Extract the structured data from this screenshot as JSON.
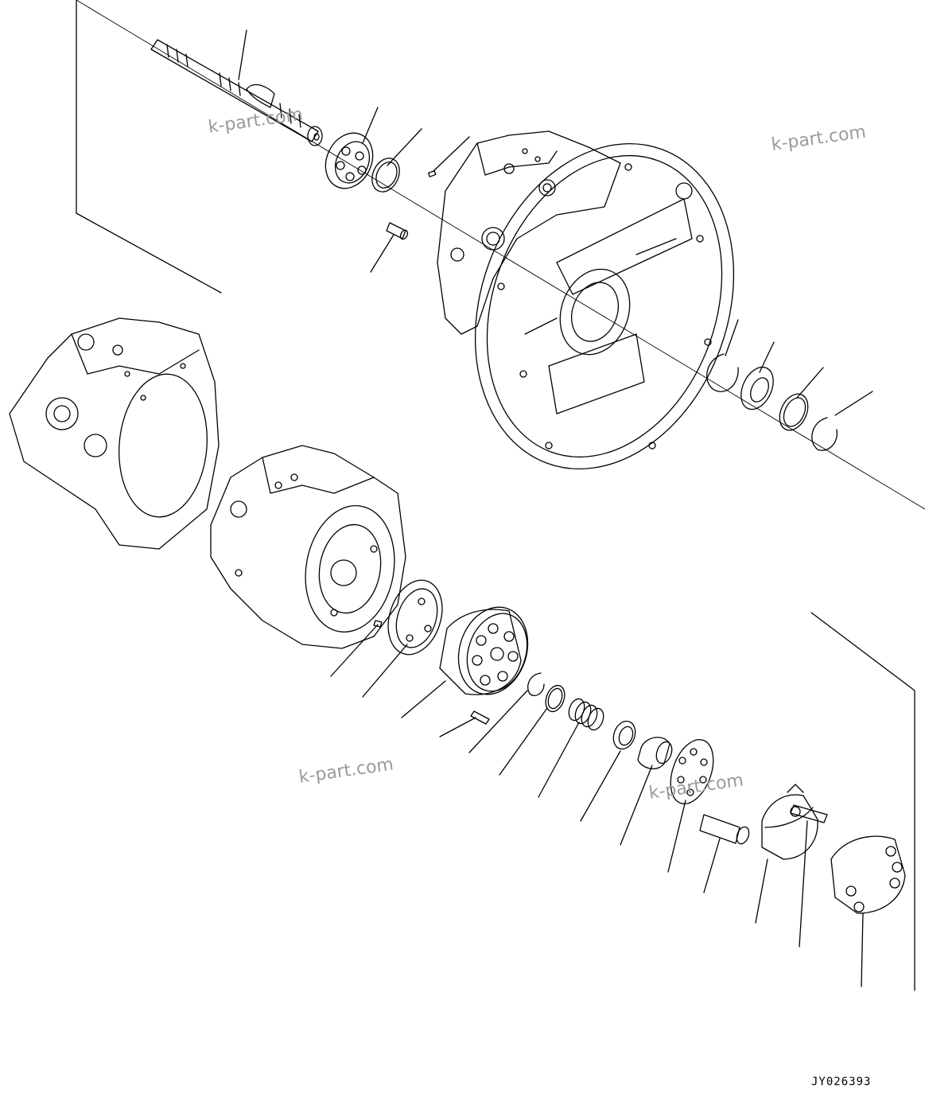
{
  "watermarks": [
    "k-part.com",
    "k-part.com",
    "k-part.com",
    "k-part.com"
  ],
  "drawing_code": "JY026393"
}
